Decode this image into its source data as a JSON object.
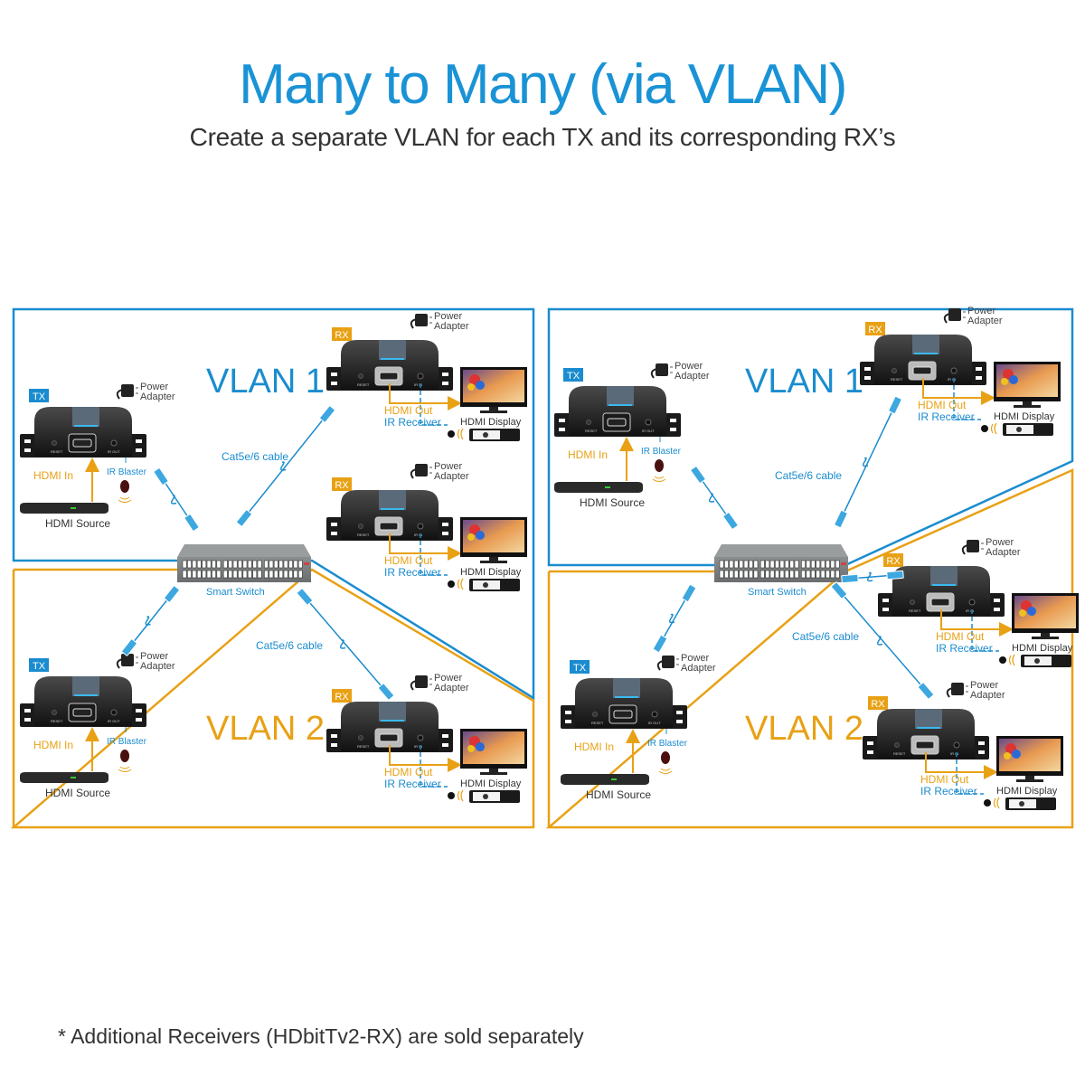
{
  "header": {
    "title": "Many to Many (via VLAN)",
    "subtitle": "Create a separate VLAN for each TX and its corresponding RX’s"
  },
  "footnote": "* Additional Receivers (HDbitTv2-RX) are sold separately",
  "colors": {
    "vlan1": "#1a8ccf",
    "vlan2": "#e8a115",
    "tx_badge": "#1a8ccf",
    "rx_badge": "#e8a115"
  },
  "labels": {
    "tx": "TX",
    "rx": "RX",
    "power_adapter_1": "Power",
    "power_adapter_2": "Adapter",
    "hdmi_in": "HDMI In",
    "ir_blaster": "IR Blaster",
    "hdmi_source": "HDMI Source",
    "hdmi_out": "HDMI Out",
    "ir_receiver": "IR Receiver",
    "hdmi_display": "HDMI Display",
    "cable": "Cat5e/6 cable",
    "switch": "Smart Switch",
    "vlan1": "VLAN 1",
    "vlan2": "VLAN 2"
  },
  "diagrams": [
    {
      "name": "left",
      "vlan1": {
        "tx": 1,
        "rx_count": 2
      },
      "vlan2": {
        "tx": 1,
        "rx_count": 1
      }
    },
    {
      "name": "right",
      "vlan1": {
        "tx": 1,
        "rx_count": 1
      },
      "vlan2": {
        "tx": 1,
        "rx_count": 2
      }
    }
  ]
}
